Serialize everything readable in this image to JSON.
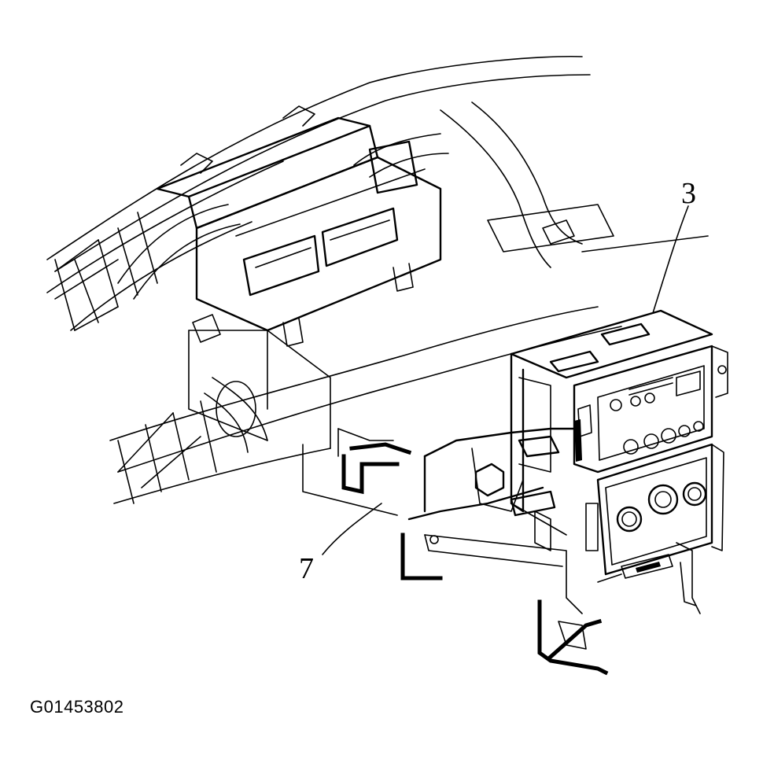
{
  "callouts": [
    {
      "label": "3"
    },
    {
      "label": "7"
    }
  ],
  "figure_id": "G01453802"
}
